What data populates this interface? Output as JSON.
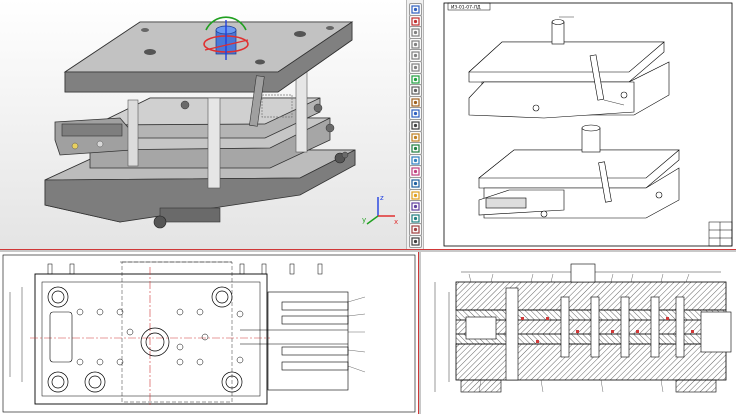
{
  "window": {
    "panes": [
      "3d-model-view",
      "isometric-drawing-sheet",
      "plan-view-drawing",
      "section-view-drawing"
    ]
  },
  "iso_sheet": {
    "stamp_text": "ИЗ-01-07-ЛД"
  },
  "toolbar": {
    "icons": [
      "grid-icon",
      "magnet-icon",
      "zoom-in-icon",
      "zoom-out-icon",
      "zoom-window-icon",
      "zoom-all-icon",
      "rotate-icon",
      "pan-icon",
      "draw-icon",
      "measure-icon",
      "select-icon",
      "edit-icon",
      "check-icon",
      "layers-icon",
      "color-icon",
      "render-icon",
      "light-icon",
      "view-icon",
      "section-icon",
      "material-icon",
      "print-icon"
    ]
  },
  "triad": {
    "x_label": "x",
    "y_label": "y",
    "z_label": "z"
  },
  "colors": {
    "model_gray": "#8a8a8a",
    "pane_divider": "#d03838",
    "cut_line": "#d03838",
    "axis_x": "#e03030",
    "axis_y": "#20a020",
    "axis_z": "#2040e0"
  }
}
